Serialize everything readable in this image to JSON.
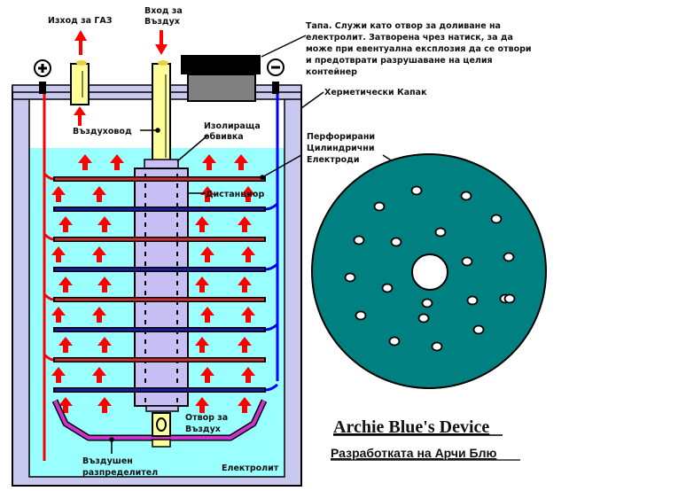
{
  "diagram": {
    "title": "Archie Blue's Device",
    "subtitle": "Разработката на Арчи Блю",
    "colors": {
      "electrolyte": "#99ffff",
      "container_wall": "#c8c8f0",
      "positive": "#ff0000",
      "negative": "#0000ff",
      "electrode_positive": "#c83232",
      "electrode_negative": "#1e1e9a",
      "spacer": "#c8c0f4",
      "tube": "#ffff99",
      "distributor": "#cc33cc",
      "disc": "#008080",
      "cap_top": "#000000",
      "cap_body": "#808080",
      "bubble_arrow": "#ff0000"
    },
    "terminals": {
      "positive_symbol": "+",
      "negative_symbol": "−"
    },
    "labels": {
      "gas_outlet": "Изход за ГАЗ",
      "air_inlet_line1": "Вход за",
      "air_inlet_line2": "Въздух",
      "air_duct": "Въздуховод",
      "insulating_sheath_line1": "Изолираща",
      "insulating_sheath_line2": "обвивка",
      "cap_desc": [
        "Тапа. Служи като отвор за доливане на",
        "електролит. Затворена чрез натиск, за да",
        "може при евентуална експлозия да се отвори",
        "и предотврати разрушаване на целия",
        "контейнер"
      ],
      "sealed_lid": "Херметически Капак",
      "perforated_electrodes": [
        "Перфорирани",
        "Цилиндрични",
        "Електроди"
      ],
      "spacer": "Дистанциор",
      "air_hole_line1": "Отвор за",
      "air_hole_line2": "Въздух",
      "air_distributor_line1": "Въздушен",
      "air_distributor_line2": "разпределител",
      "electrolyte": "Електролит"
    },
    "electrode_stack": {
      "count": 8,
      "polarity_order": [
        "positive",
        "negative",
        "positive",
        "negative",
        "positive",
        "negative",
        "positive",
        "negative"
      ]
    },
    "disc": {
      "perforation_count": 20,
      "center_hole": true
    }
  }
}
